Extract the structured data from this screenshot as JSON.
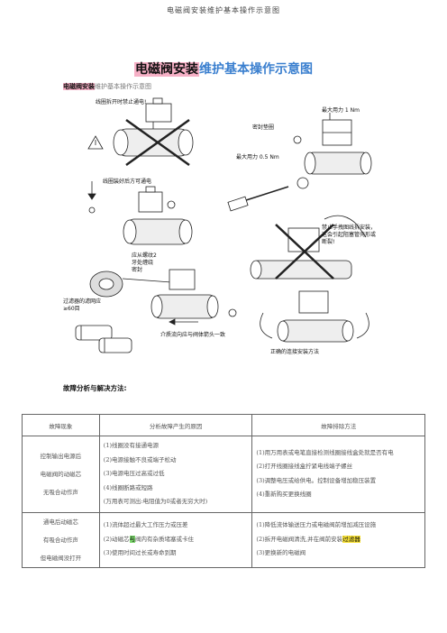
{
  "page_header": "电磁阀安装维护基本操作示意图",
  "title": {
    "highlight": "电磁阀安装",
    "rest": "维护基本操作示意图"
  },
  "subtitle": {
    "highlight": "电磁阀安装",
    "rest": "维护基本操作示意图"
  },
  "diagram_labels": {
    "wire_disconnect": "线圈拆开时禁止通电!",
    "max_torque_1": "最大用力  1 Nm",
    "seal_gasket": "密封垫圈",
    "max_torque_05": "最大用力  0.5  Nm",
    "coil_assembled": "线圈装好后方可通电",
    "pipe_tape": "应从螺纹2牙处缠绕密封",
    "no_hand_pull": "禁止手拽图线拆安装，这会引起阻塞管壳形或断裂!",
    "filter_mesh": "过滤器的滤网应≥60目",
    "flow_direction": "介质流向应与阀体箭头一致",
    "correct_method": "正确的连接安装方法"
  },
  "analysis_title": "故障分析与解决方法:",
  "table": {
    "headers": [
      "故障现象",
      "分析故障产生的原因",
      "故障排除方法"
    ],
    "rows": [
      {
        "symptom": [
          "控制输出电源后",
          "电磁阀的动磁芯",
          "无吸合动作声"
        ],
        "causes": [
          "(1)线圈没有接通电源",
          "(2)电源接触不良或端子松动",
          "(3)电源电压过高或过低",
          "(4)线圈断路或短路",
          "(万用表可测出:电阻值为0或者无穷大时)"
        ],
        "remedies": [
          "(1)用万用表或电笔直接检测线圈接线盒处就是否有电",
          "(2)打开线圈接线盒拧紧电线端子螺丝",
          "(3)调整电压或给供电。控制设备增加稳压装置",
          "(4)重新购买更换线圈"
        ]
      },
      {
        "symptom": [
          "通电后动磁芯",
          "有吸合动作声",
          "但电磁阀没打开"
        ],
        "causes": [
          "(1)流体超过最大工作压力或压差",
          "(2)动磁芯|与|阀内有杂质堵塞或卡住",
          "(3)使用时间过长或寿命到期"
        ],
        "remedies": [
          "(1)降低流体输送压力或电磁阀前增加减压设施",
          "(2)拆开电磁阀清洗,并在阀前安装|过滤器",
          "(3)更换新的电磁阀"
        ]
      }
    ]
  }
}
